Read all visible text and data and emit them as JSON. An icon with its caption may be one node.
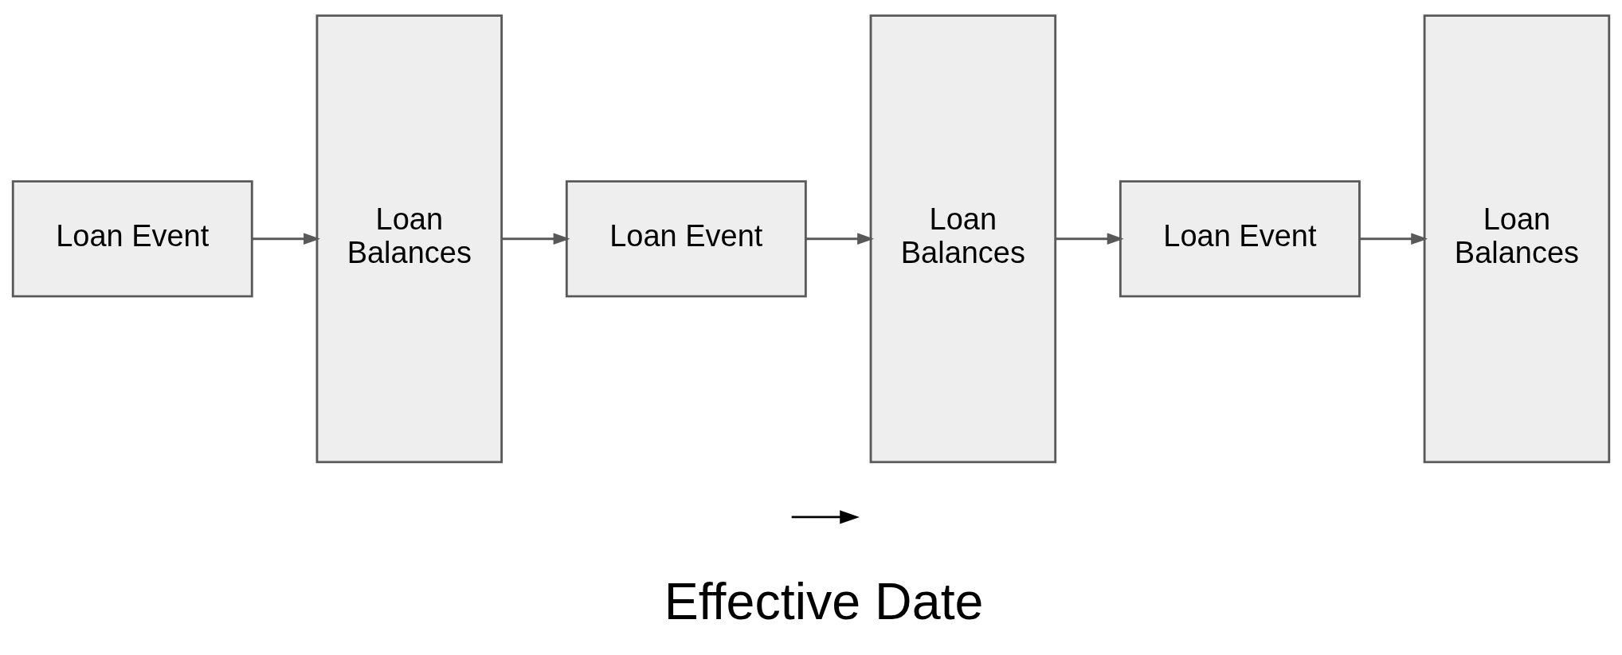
{
  "diagram": {
    "nodes": [
      {
        "text": [
          "Loan Event"
        ]
      },
      {
        "text": [
          "Loan Balances"
        ]
      },
      {
        "text": [
          "Loan Event"
        ]
      },
      {
        "text": [
          "Loan Balances"
        ]
      },
      {
        "text": [
          "Loan Event"
        ]
      },
      {
        "text": [
          "Loan Balances"
        ]
      }
    ],
    "edges": [
      {
        "from": 0,
        "to": 1,
        "arrow": "to"
      },
      {
        "from": 1,
        "to": 2,
        "arrow": "to"
      },
      {
        "from": 2,
        "to": 3,
        "arrow": "to"
      },
      {
        "from": 3,
        "to": 4,
        "arrow": "to"
      },
      {
        "from": 4,
        "to": 5,
        "arrow": "to"
      }
    ],
    "labels": [
      "Effective Date"
    ]
  }
}
